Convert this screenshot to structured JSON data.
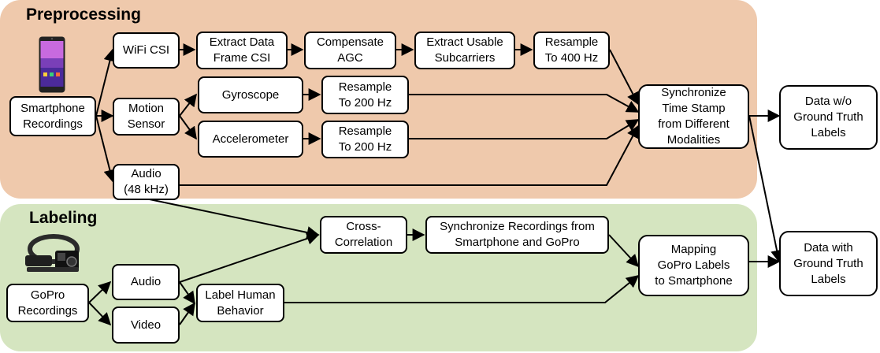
{
  "regions": {
    "preprocessing": {
      "title": "Preprocessing",
      "color": "#efc9ac"
    },
    "labeling": {
      "title": "Labeling",
      "color": "#d5e5c0"
    }
  },
  "nodes": {
    "smartphone": "Smartphone\nRecordings",
    "wifi_csi": "WiFi CSI",
    "extract_frame": "Extract Data\nFrame CSI",
    "compensate_agc": "Compensate\nAGC",
    "extract_subcarriers": "Extract Usable\nSubcarriers",
    "resample_400": "Resample\nTo 400 Hz",
    "motion_sensor": "Motion\nSensor",
    "gyroscope": "Gyroscope",
    "accelerometer": "Accelerometer",
    "resample_200_gyro": "Resample\nTo 200 Hz",
    "resample_200_accel": "Resample\nTo 200 Hz",
    "audio_phone": "Audio\n(48 kHz)",
    "synchronize_ts": "Synchronize\nTime Stamp\nfrom Different\nModalities",
    "data_wo_gt": "Data w/o\nGround Truth\nLabels",
    "cross_correlation": "Cross-\nCorrelation",
    "sync_recordings": "Synchronize Recordings from\nSmartphone and GoPro",
    "gopro": "GoPro\nRecordings",
    "audio_gopro": "Audio",
    "video": "Video",
    "label_behavior": "Label Human\nBehavior",
    "mapping": "Mapping\nGoPro Labels\nto Smartphone",
    "data_with_gt": "Data with\nGround Truth\nLabels"
  },
  "icons": [
    "smartphone-icon",
    "gopro-camera-icon"
  ]
}
